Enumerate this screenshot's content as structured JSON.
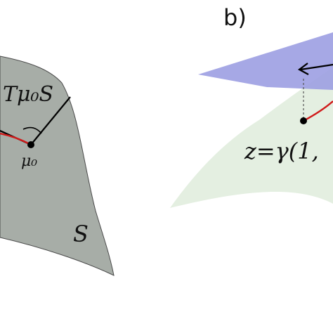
{
  "panel_b": {
    "label": "b)",
    "equation_label": "z=γ(1,"
  },
  "panel_a": {
    "tangent_label": "Tμ₀S",
    "point_label": "μ₀",
    "surface_label": "S"
  },
  "colors": {
    "surface_gray": "#a7ada7",
    "surface_edge": "#4a4a4a",
    "surface_green": "#e4efe1",
    "plane_violet": "#9c9ee2",
    "curve_red": "#d01a1a",
    "point": "#000000"
  }
}
